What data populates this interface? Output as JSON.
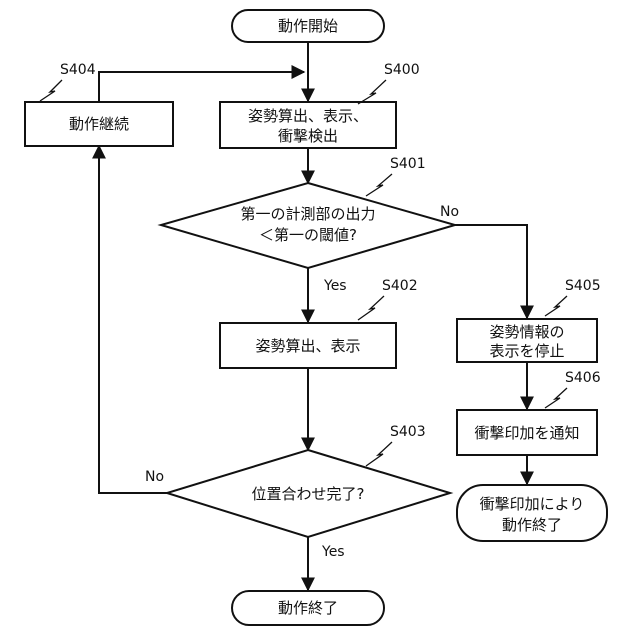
{
  "flowchart": {
    "start": "動作開始",
    "end": "動作終了",
    "steps": {
      "s400": {
        "id": "S400",
        "line1": "姿勢算出、表示、",
        "line2": "衝撃検出"
      },
      "s401": {
        "id": "S401",
        "line1": "第一の計測部の出力",
        "line2": "＜第一の閾値?"
      },
      "s402": {
        "id": "S402",
        "label": "姿勢算出、表示"
      },
      "s403": {
        "id": "S403",
        "label": "位置合わせ完了?"
      },
      "s404": {
        "id": "S404",
        "label": "動作継続"
      },
      "s405": {
        "id": "S405",
        "line1": "姿勢情報の",
        "line2": "表示を停止"
      },
      "s406": {
        "id": "S406",
        "label": "衝撃印加を通知"
      }
    },
    "terminal_impact": {
      "line1": "衝撃印加により",
      "line2": "動作終了"
    },
    "branch_labels": {
      "s401_yes": "Yes",
      "s401_no": "No",
      "s403_yes": "Yes",
      "s403_no": "No"
    }
  }
}
